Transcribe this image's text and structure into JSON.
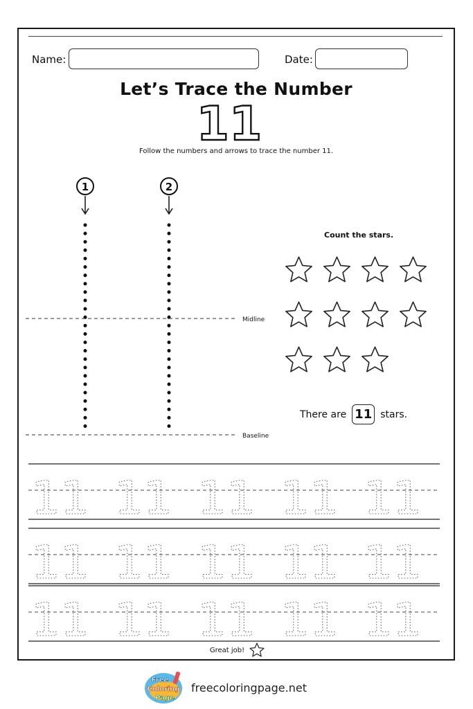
{
  "header": {
    "name_label": "Name:",
    "date_label": "Date:"
  },
  "title": "Let’s Trace the Number",
  "number": "11",
  "instruction": "Follow the numbers and arrows to trace the number 11.",
  "stroke_steps": [
    "1",
    "2"
  ],
  "guides": {
    "midline_label": "Midline",
    "baseline_label": "Baseline"
  },
  "stars_section": {
    "heading": "Count the stars.",
    "star_count": 11,
    "answer_prefix": "There are",
    "answer_value": "11",
    "answer_suffix": "stars."
  },
  "practice": {
    "rows": 3,
    "copies_per_row": 5,
    "trace_text": "11"
  },
  "closing_text": "Great job!",
  "footer": {
    "logo_text": [
      "Free",
      "Coloring",
      "Page"
    ],
    "url": "freecoloringpage.net"
  }
}
